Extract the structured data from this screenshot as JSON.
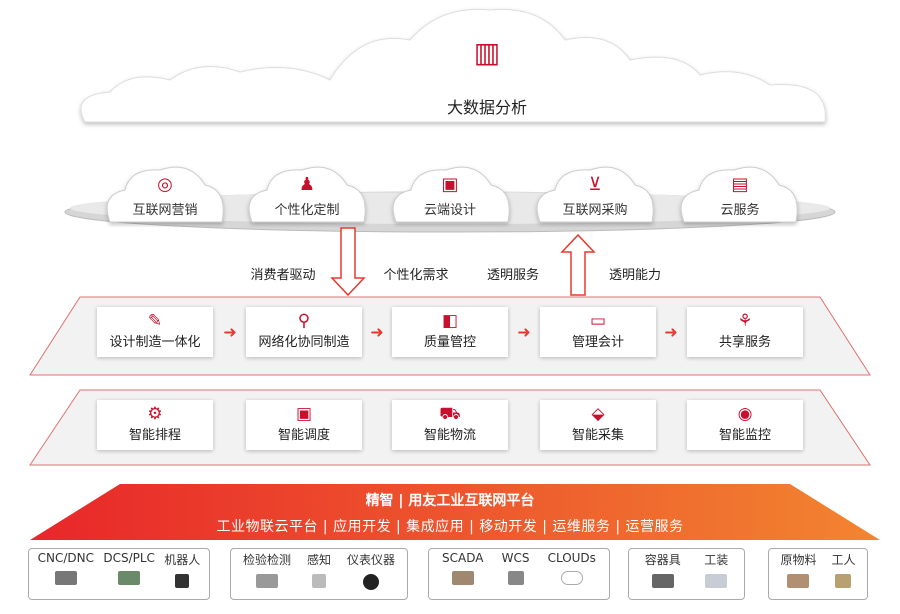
{
  "top_cloud": {
    "label": "大数据分析",
    "icon": "bar-chart-icon"
  },
  "cloud_services": [
    {
      "label": "互联网营销",
      "icon": "globe-icon"
    },
    {
      "label": "个性化定制",
      "icon": "person-icon"
    },
    {
      "label": "云端设计",
      "icon": "design-board-icon"
    },
    {
      "label": "互联网采购",
      "icon": "basket-icon"
    },
    {
      "label": "云服务",
      "icon": "cloud-screen-icon"
    }
  ],
  "flow_labels": {
    "consumer_driven": "消费者驱动",
    "personalized_demand": "个性化需求",
    "transparent_service": "透明服务",
    "transparent_capability": "透明能力"
  },
  "layer1": [
    {
      "label": "设计制造一体化",
      "icon": "pen-icon"
    },
    {
      "label": "网络化协同制造",
      "icon": "network-icon"
    },
    {
      "label": "质量管控",
      "icon": "quality-icon"
    },
    {
      "label": "管理会计",
      "icon": "money-icon"
    },
    {
      "label": "共享服务",
      "icon": "share-icon"
    }
  ],
  "layer2": [
    {
      "label": "智能排程",
      "icon": "schedule-icon"
    },
    {
      "label": "智能调度",
      "icon": "monitor-icon"
    },
    {
      "label": "智能物流",
      "icon": "truck-icon"
    },
    {
      "label": "智能采集",
      "icon": "collect-icon"
    },
    {
      "label": "智能监控",
      "icon": "gauge-icon"
    }
  ],
  "platform": {
    "title": "精智 | 用友工业互联网平台",
    "subtitle": "工业物联云平台 | 应用开发 | 集成应用 | 移动开发 | 运维服务 | 运营服务"
  },
  "groups": [
    [
      "CNC/DNC",
      "DCS/PLC",
      "机器人"
    ],
    [
      "检验检测",
      "感知",
      "仪表仪器"
    ],
    [
      "SCADA",
      "WCS",
      "CLOUDs"
    ],
    [
      "容器具",
      "工装"
    ],
    [
      "原物料",
      "工人"
    ]
  ],
  "colors": {
    "accent": "#e8382f",
    "orange": "#f07a28",
    "red": "#c8102e"
  }
}
